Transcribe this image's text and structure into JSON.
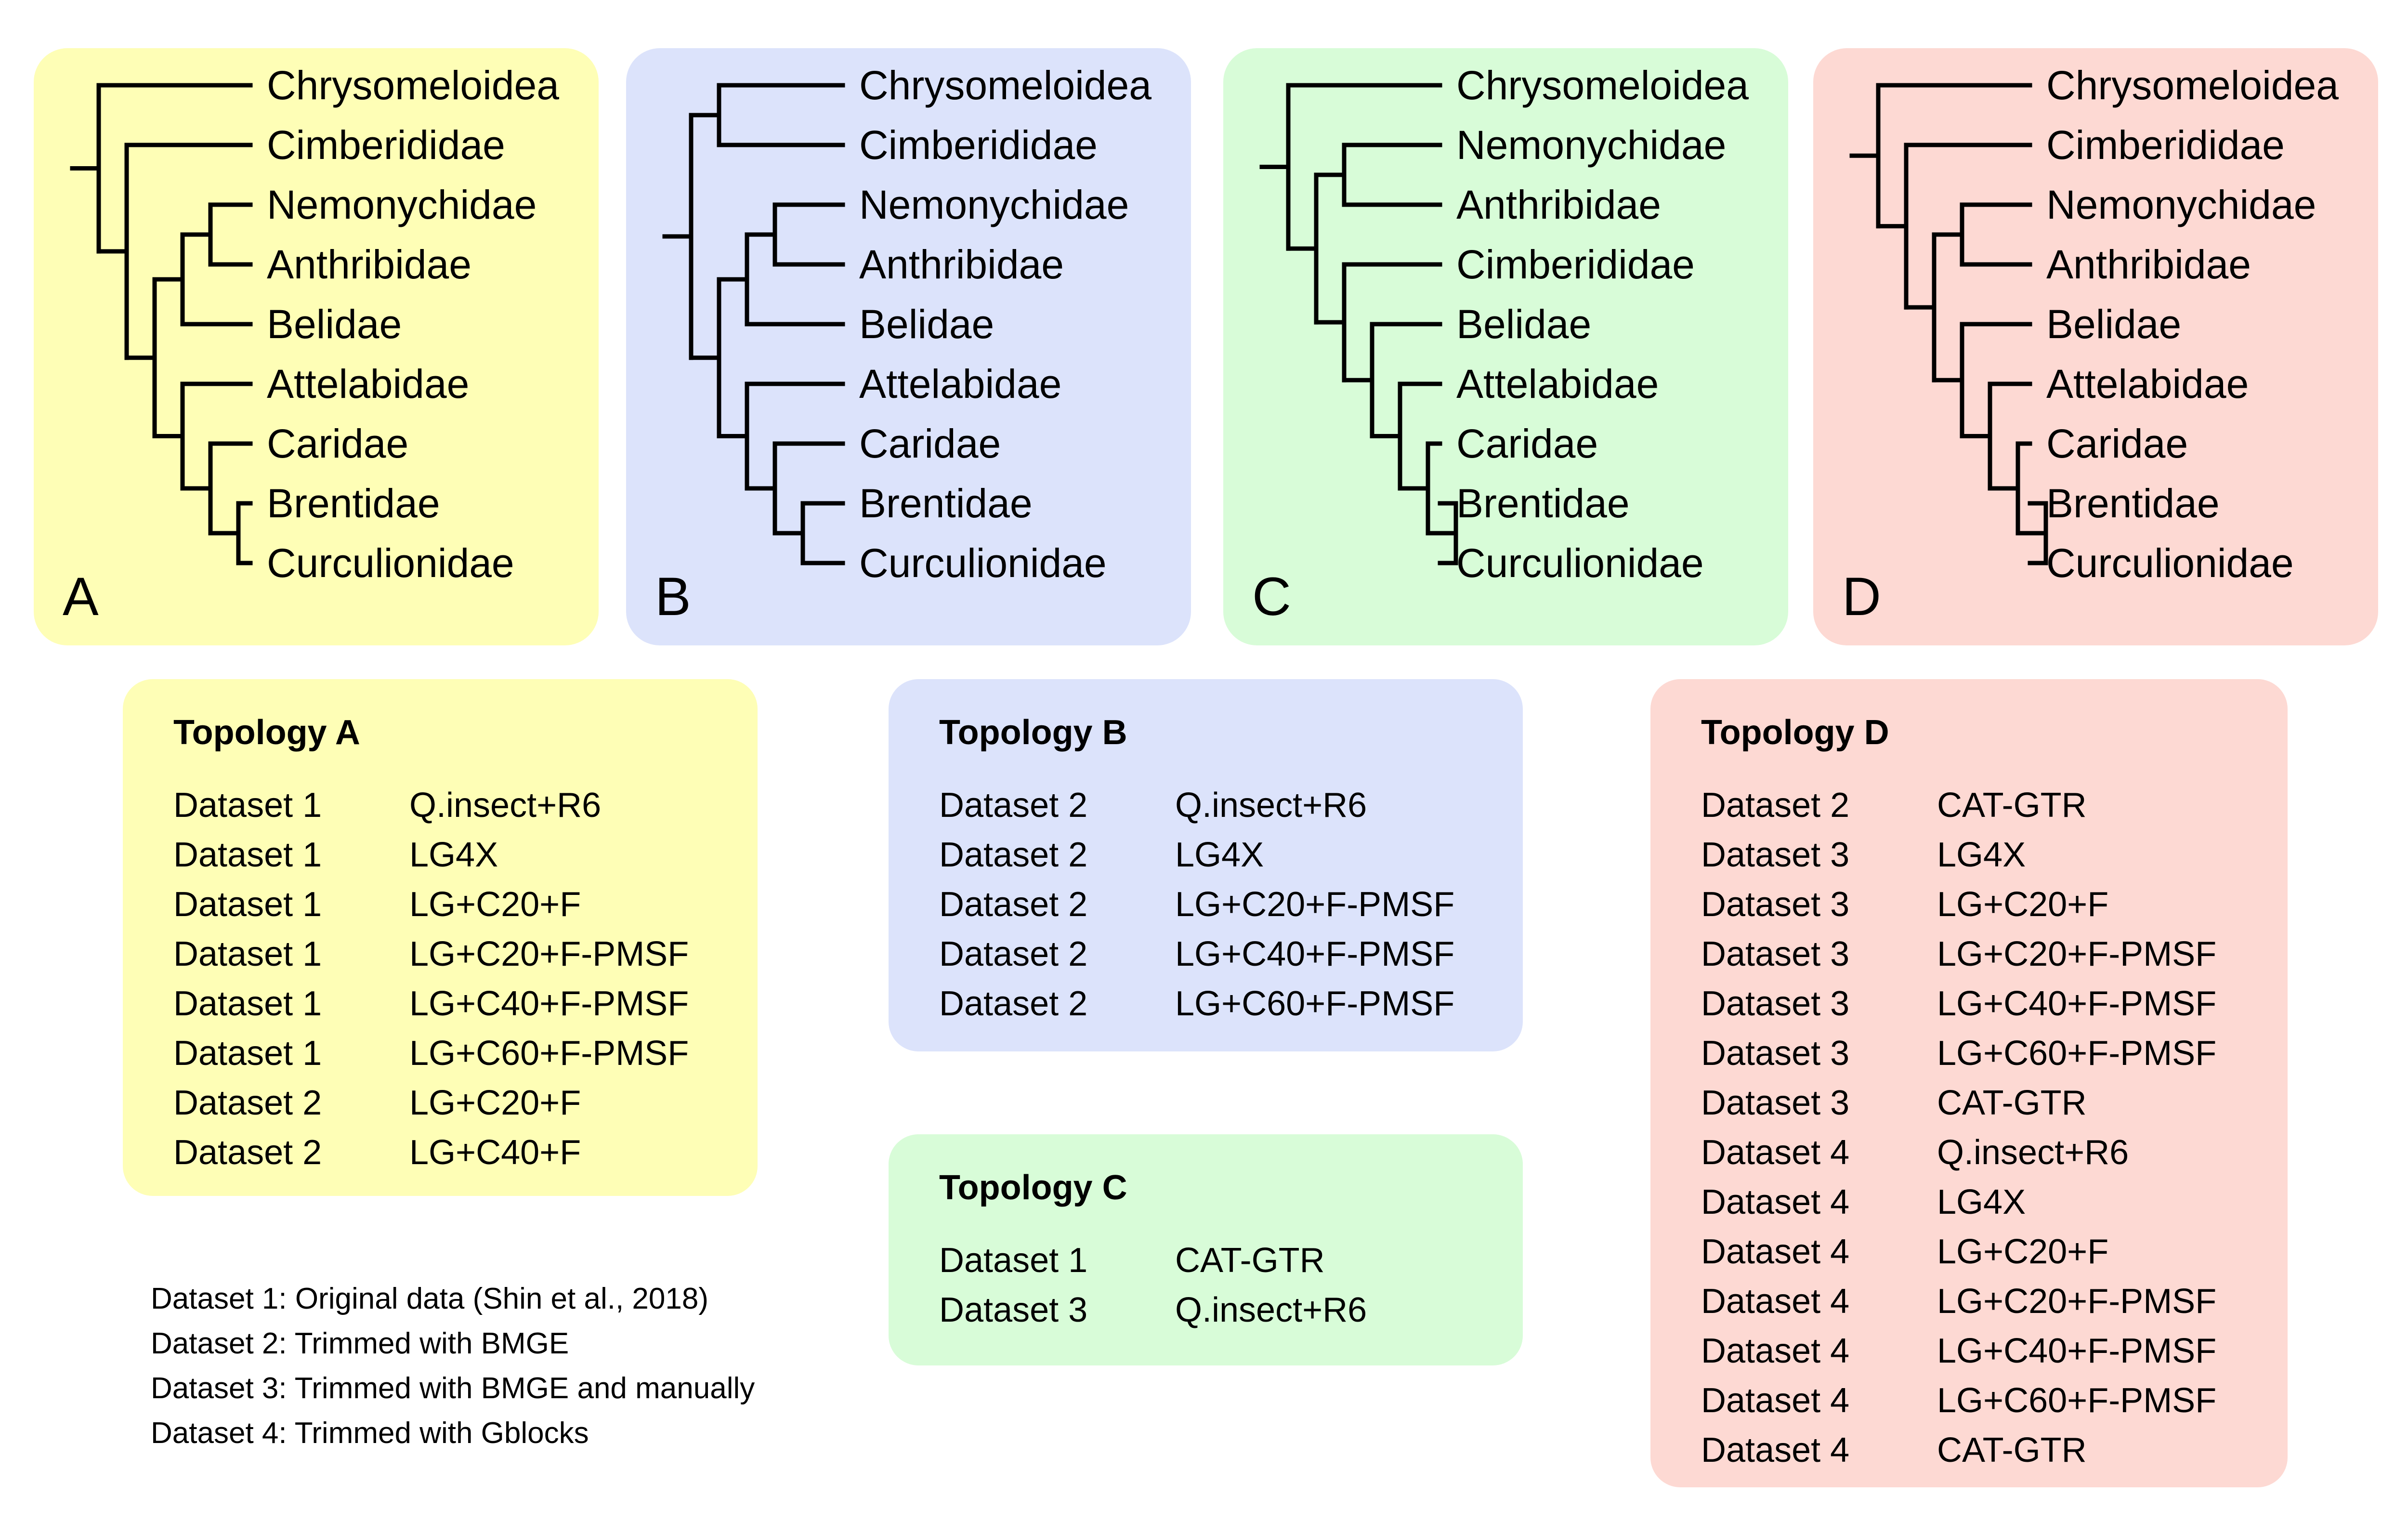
{
  "colors": {
    "A": "#fefeb6",
    "B": "#dce3fb",
    "C": "#d8fcd8",
    "D": "#fdd9d3"
  },
  "trees": [
    {
      "id": "A",
      "letter": "A",
      "leaves": [
        "Chrysomeloidea",
        "Cimberididae",
        "Nemonychidae",
        "Anthribidae",
        "Belidae",
        "Attelabidae",
        "Caridae",
        "Brentidae",
        "Curculionidae"
      ],
      "topology": [
        0,
        [
          1,
          [
            [
              [
                2,
                3
              ],
              4
            ],
            [
              5,
              [
                6,
                [
                  7,
                  8
                ]
              ]
            ]
          ]
        ]
      ]
    },
    {
      "id": "B",
      "letter": "B",
      "leaves": [
        "Chrysomeloidea",
        "Cimberididae",
        "Nemonychidae",
        "Anthribidae",
        "Belidae",
        "Attelabidae",
        "Caridae",
        "Brentidae",
        "Curculionidae"
      ],
      "topology": [
        [
          0,
          1
        ],
        [
          [
            [
              2,
              3
            ],
            4
          ],
          [
            5,
            [
              6,
              [
                7,
                8
              ]
            ]
          ]
        ]
      ]
    },
    {
      "id": "C",
      "letter": "C",
      "leaves": [
        "Chrysomeloidea",
        "Nemonychidae",
        "Anthribidae",
        "Cimberididae",
        "Belidae",
        "Attelabidae",
        "Caridae",
        "Brentidae",
        "Curculionidae"
      ],
      "topology": [
        0,
        [
          [
            1,
            2
          ],
          [
            3,
            [
              4,
              [
                5,
                [
                  6,
                  [
                    7,
                    8
                  ]
                ]
              ]
            ]
          ]
        ]
      ]
    },
    {
      "id": "D",
      "letter": "D",
      "leaves": [
        "Chrysomeloidea",
        "Cimberididae",
        "Nemonychidae",
        "Anthribidae",
        "Belidae",
        "Attelabidae",
        "Caridae",
        "Brentidae",
        "Curculionidae"
      ],
      "topology": [
        0,
        [
          1,
          [
            [
              2,
              3
            ],
            [
              4,
              [
                5,
                [
                  6,
                  [
                    7,
                    8
                  ]
                ]
              ]
            ]
          ]
        ]
      ]
    }
  ],
  "topologies": {
    "A": {
      "title": "Topology A",
      "rows": [
        {
          "dataset": "Dataset 1",
          "model": "Q.insect+R6"
        },
        {
          "dataset": "Dataset 1",
          "model": "LG4X"
        },
        {
          "dataset": "Dataset 1",
          "model": "LG+C20+F"
        },
        {
          "dataset": "Dataset 1",
          "model": "LG+C20+F-PMSF"
        },
        {
          "dataset": "Dataset 1",
          "model": "LG+C40+F-PMSF"
        },
        {
          "dataset": "Dataset 1",
          "model": "LG+C60+F-PMSF"
        },
        {
          "dataset": "Dataset 2",
          "model": "LG+C20+F"
        },
        {
          "dataset": "Dataset 2",
          "model": "LG+C40+F"
        }
      ]
    },
    "B": {
      "title": "Topology B",
      "rows": [
        {
          "dataset": "Dataset 2",
          "model": "Q.insect+R6"
        },
        {
          "dataset": "Dataset 2",
          "model": "LG4X"
        },
        {
          "dataset": "Dataset 2",
          "model": "LG+C20+F-PMSF"
        },
        {
          "dataset": "Dataset 2",
          "model": "LG+C40+F-PMSF"
        },
        {
          "dataset": "Dataset 2",
          "model": "LG+C60+F-PMSF"
        }
      ]
    },
    "C": {
      "title": "Topology C",
      "rows": [
        {
          "dataset": "Dataset 1",
          "model": "CAT-GTR"
        },
        {
          "dataset": "Dataset 3",
          "model": "Q.insect+R6"
        }
      ]
    },
    "D": {
      "title": "Topology D",
      "rows": [
        {
          "dataset": "Dataset 2",
          "model": "CAT-GTR"
        },
        {
          "dataset": "Dataset 3",
          "model": "LG4X"
        },
        {
          "dataset": "Dataset 3",
          "model": "LG+C20+F"
        },
        {
          "dataset": "Dataset 3",
          "model": "LG+C20+F-PMSF"
        },
        {
          "dataset": "Dataset 3",
          "model": "LG+C40+F-PMSF"
        },
        {
          "dataset": "Dataset 3",
          "model": "LG+C60+F-PMSF"
        },
        {
          "dataset": "Dataset 3",
          "model": "CAT-GTR"
        },
        {
          "dataset": "Dataset 4",
          "model": "Q.insect+R6"
        },
        {
          "dataset": "Dataset 4",
          "model": "LG4X"
        },
        {
          "dataset": "Dataset 4",
          "model": "LG+C20+F"
        },
        {
          "dataset": "Dataset 4",
          "model": "LG+C20+F-PMSF"
        },
        {
          "dataset": "Dataset 4",
          "model": "LG+C40+F-PMSF"
        },
        {
          "dataset": "Dataset 4",
          "model": "LG+C60+F-PMSF"
        },
        {
          "dataset": "Dataset 4",
          "model": "CAT-GTR"
        }
      ]
    }
  },
  "legend": [
    "Dataset 1: Original data (Shin et al., 2018)",
    "Dataset 2: Trimmed with BMGE",
    "Dataset 3: Trimmed with BMGE and manually",
    "Dataset 4: Trimmed with Gblocks"
  ]
}
